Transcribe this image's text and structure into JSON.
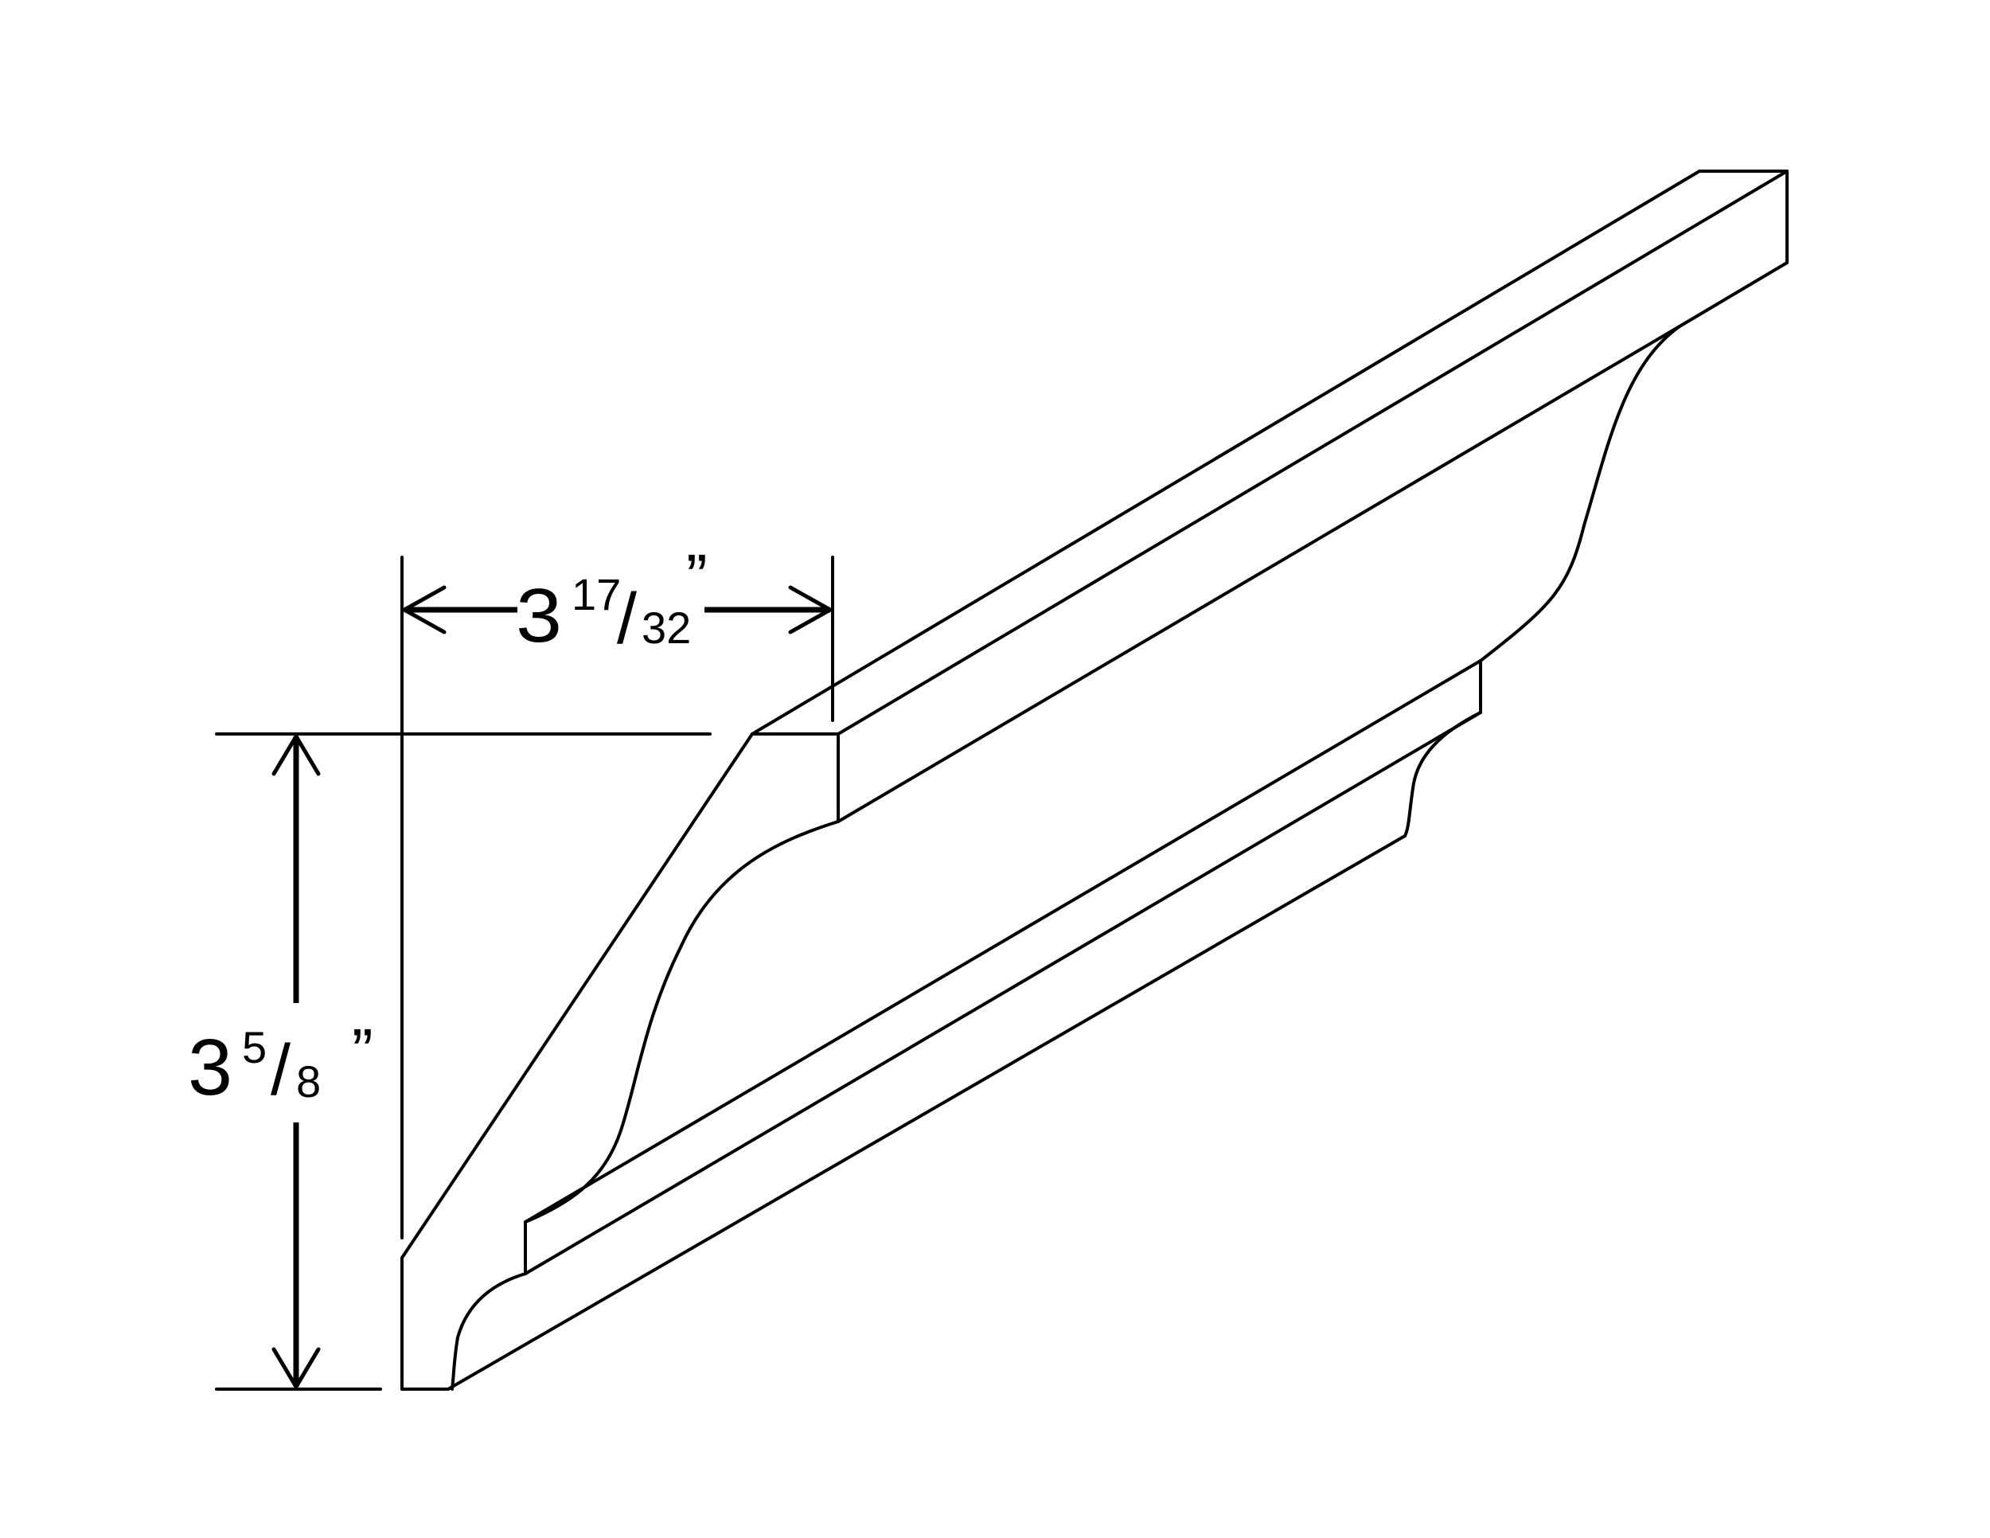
{
  "drawing": {
    "subject": "crown-moulding",
    "line_color": "#000000",
    "background_color": "#ffffff"
  },
  "dimensions": {
    "width": {
      "whole": "3",
      "numerator": "17",
      "slash": "/",
      "denominator": "32",
      "unit": "”"
    },
    "height": {
      "whole": "3",
      "numerator": "5",
      "slash": "/",
      "denominator": "8",
      "unit": "”"
    }
  }
}
